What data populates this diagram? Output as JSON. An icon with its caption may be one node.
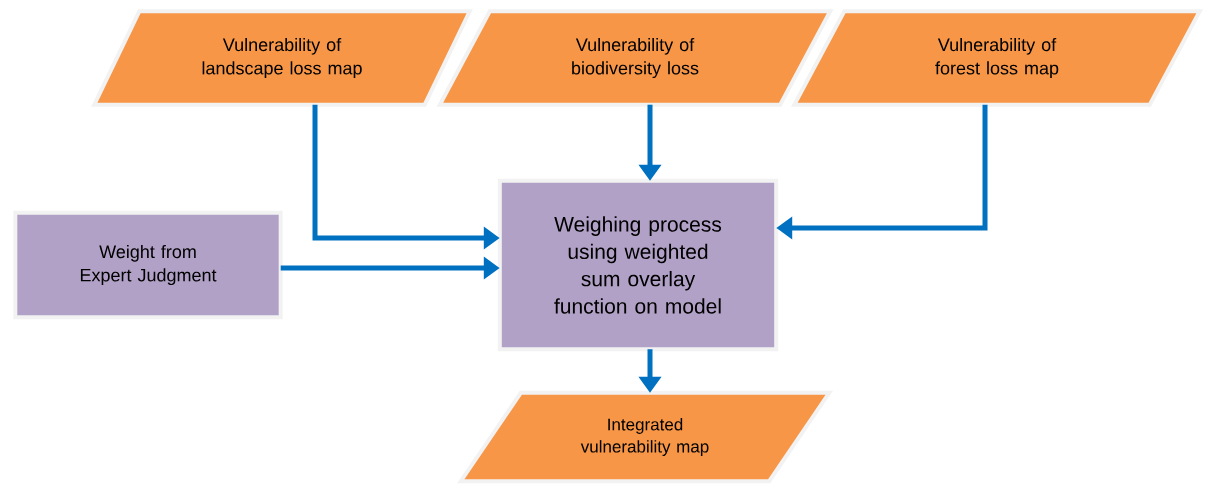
{
  "diagram": {
    "nodes": [
      {
        "text": [
          "Vulnerability of landscape loss map"
        ]
      },
      {
        "text": [
          "Vulnerability of biodiversity loss"
        ]
      },
      {
        "text": [
          "Vulnerability of forest loss map"
        ]
      },
      {
        "text": [
          "Weight from Expert Judgment"
        ]
      },
      {
        "text": [
          "Weighing process using weighted sum overlay function on model"
        ]
      },
      {
        "text": [
          "Integrated vulnerability map"
        ]
      }
    ],
    "edges": [
      {
        "from": 0,
        "to": 4,
        "arrow": "to"
      },
      {
        "from": 1,
        "to": 4,
        "arrow": "to"
      },
      {
        "from": 2,
        "to": 4,
        "arrow": "to"
      },
      {
        "from": 3,
        "to": 4,
        "arrow": "to"
      },
      {
        "from": 4,
        "to": 5,
        "arrow": "to"
      }
    ]
  }
}
